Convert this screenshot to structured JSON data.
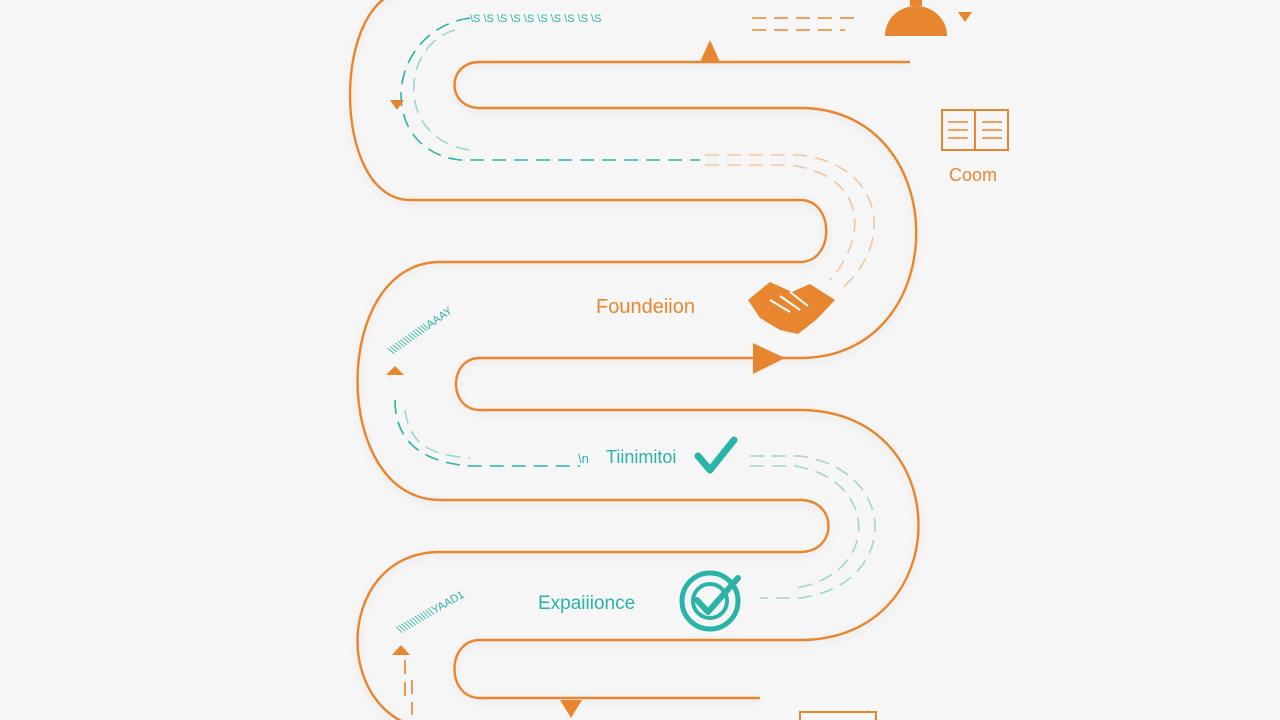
{
  "colors": {
    "background": "#f6f6f6",
    "orange": "#e8862f",
    "orange_light": "#f2c79a",
    "teal": "#2ab3a8",
    "teal_light": "#9fd6d0",
    "road_fill": "#ffffff"
  },
  "labels": {
    "coom": "Coom",
    "foundation": "Foundeiion",
    "tinimitor": "Tiinimitoi",
    "tinimitor_prefix": "\\n",
    "experience": "Expaiiionce",
    "scribble_top": "\\S \\S \\S \\S \\S \\S \\S \\S \\S \\S",
    "scribble_mid": "\\\\\\\\\\\\\\\\\\\\\\\\\\\\\\AAAY",
    "scribble_bottom": "\\\\\\\\\\\\\\\\\\\\\\\\\\YAAD1"
  },
  "icons": {
    "top": "bell-icon",
    "book": "open-book-icon",
    "foundation": "handshake-icon",
    "tinimitor": "checkmark-icon",
    "experience": "target-check-icon"
  }
}
